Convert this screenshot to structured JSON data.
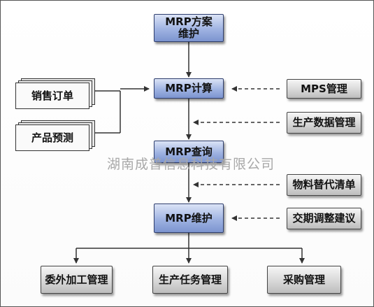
{
  "nodes": {
    "scheme": "MRP方案\n维护",
    "compute": "MRP计算",
    "query": "MRP查询",
    "maintain": "MRP维护",
    "mps": "MPS管理",
    "production_data": "生产数据管理",
    "substitute_list": "物料替代清单",
    "delivery_adjust": "交期调整建议",
    "sales_order": "销售订单",
    "product_forecast": "产品预测",
    "outsourcing": "委外加工管理",
    "production_task": "生产任务管理",
    "purchase": "采购管理"
  },
  "watermark": "湖南成普信息科技有限公司"
}
